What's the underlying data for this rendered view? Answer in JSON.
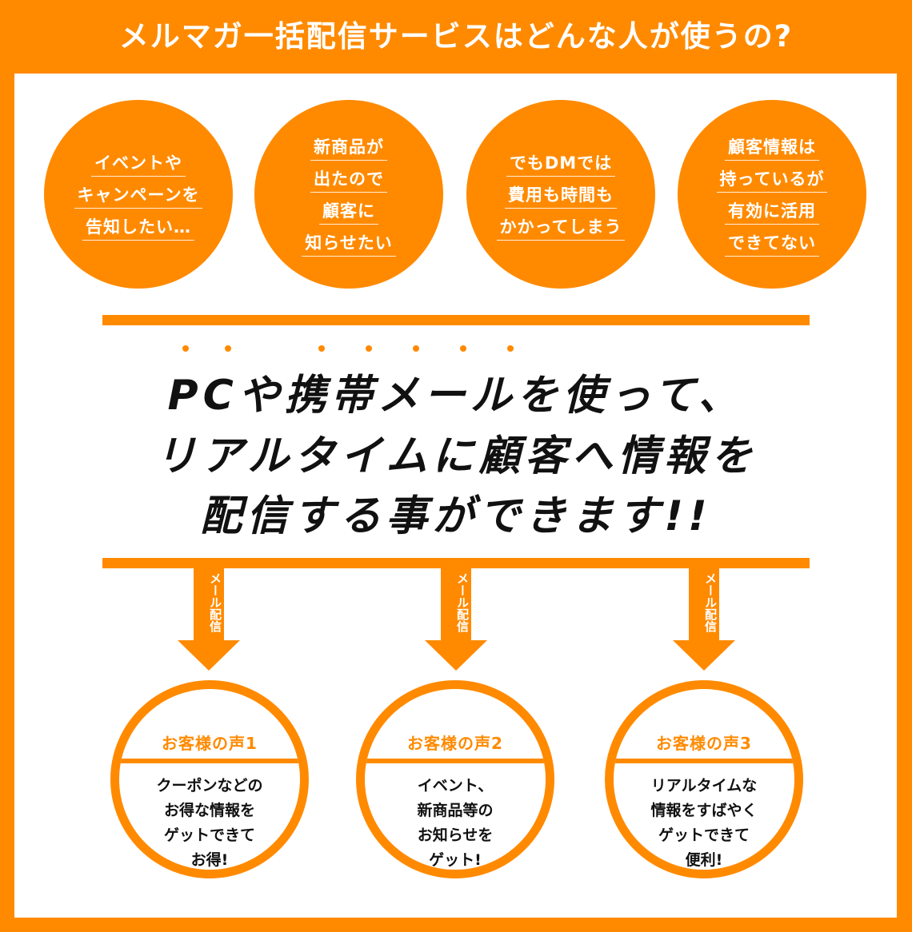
{
  "title": "メルマガ一括配信サービスはどんな人が使うの?",
  "bubbles": [
    {
      "lines": [
        "イベントや",
        "キャンペーンを",
        "告知したい…"
      ]
    },
    {
      "lines": [
        "新商品が",
        "出たので",
        "顧客に",
        "知らせたい"
      ]
    },
    {
      "lines": [
        "でもDMでは",
        "費用も時間も",
        "かかってしまう"
      ]
    },
    {
      "lines": [
        "顧客情報は",
        "持っているが",
        "有効に活用",
        "できてない"
      ]
    }
  ],
  "headline": {
    "line1": "PCや携帯メールを使って、",
    "line2": "リアルタイムに顧客へ情報を",
    "line3": "配信する事ができます!!"
  },
  "arrows": [
    {
      "label": "メール配信"
    },
    {
      "label": "メール配信"
    },
    {
      "label": "メール配信"
    }
  ],
  "voices": [
    {
      "title": "お客様の声1",
      "lines": [
        "クーポンなどの",
        "お得な情報を",
        "ゲットできて",
        "お得!"
      ]
    },
    {
      "title": "お客様の声2",
      "lines": [
        "イベント、",
        "新商品等の",
        "お知らせを",
        "ゲット!"
      ]
    },
    {
      "title": "お客様の声3",
      "lines": [
        "リアルタイムな",
        "情報をすばやく",
        "ゲットできて",
        "便利!"
      ]
    }
  ],
  "colors": {
    "accent": "#ff8a00",
    "background": "#ffffff",
    "text": "#111111"
  }
}
